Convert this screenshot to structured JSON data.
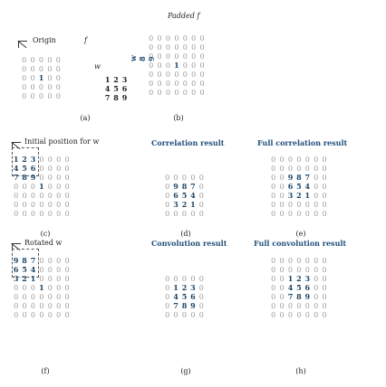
{
  "a": {
    "label": "Origin",
    "f_symbol": "f",
    "w_symbol": "w",
    "caption": "(a)",
    "f_rows": [
      [
        "0",
        "0",
        "0",
        "0",
        "0"
      ],
      [
        "0",
        "0",
        "0",
        "0",
        "0"
      ],
      [
        "0",
        "0",
        "1",
        "0",
        "0"
      ],
      [
        "0",
        "0",
        "0",
        "0",
        "0"
      ],
      [
        "0",
        "0",
        "0",
        "0",
        "0"
      ]
    ],
    "w_rows": [
      [
        "1",
        "2",
        "3"
      ],
      [
        "4",
        "5",
        "6"
      ],
      [
        "7",
        "8",
        "9"
      ]
    ],
    "w_rotated_text": [
      "w",
      "8",
      "9"
    ]
  },
  "b": {
    "title": "Padded f",
    "caption": "(b)",
    "rows": [
      [
        "0",
        "0",
        "0",
        "0",
        "0",
        "0",
        "0"
      ],
      [
        "0",
        "0",
        "0",
        "0",
        "0",
        "0",
        "0"
      ],
      [
        "0",
        "0",
        "0",
        "0",
        "0",
        "0",
        "0"
      ],
      [
        "0",
        "0",
        "0",
        "1",
        "0",
        "0",
        "0"
      ],
      [
        "0",
        "0",
        "0",
        "0",
        "0",
        "0",
        "0"
      ],
      [
        "0",
        "0",
        "0",
        "0",
        "0",
        "0",
        "0"
      ],
      [
        "0",
        "0",
        "0",
        "0",
        "0",
        "0",
        "0"
      ]
    ]
  },
  "c": {
    "title": "Initial position for w",
    "caption": "(c)",
    "rows": [
      [
        "1",
        "2",
        "3",
        "0",
        "0",
        "0",
        "0"
      ],
      [
        "4",
        "5",
        "6",
        "0",
        "0",
        "0",
        "0"
      ],
      [
        "7",
        "8",
        "9",
        "0",
        "0",
        "0",
        "0"
      ],
      [
        "0",
        "0",
        "0",
        "1",
        "0",
        "0",
        "0"
      ],
      [
        "0",
        "0",
        "0",
        "0",
        "0",
        "0",
        "0"
      ],
      [
        "0",
        "0",
        "0",
        "0",
        "0",
        "0",
        "0"
      ],
      [
        "0",
        "0",
        "0",
        "0",
        "0",
        "0",
        "0"
      ]
    ]
  },
  "d": {
    "title": "Correlation result",
    "caption": "(d)",
    "rows": [
      [
        "0",
        "0",
        "0",
        "0",
        "0"
      ],
      [
        "0",
        "9",
        "8",
        "7",
        "0"
      ],
      [
        "0",
        "6",
        "5",
        "4",
        "0"
      ],
      [
        "0",
        "3",
        "2",
        "1",
        "0"
      ],
      [
        "0",
        "0",
        "0",
        "0",
        "0"
      ]
    ]
  },
  "e": {
    "title": "Full correlation result",
    "caption": "(e)",
    "rows": [
      [
        "0",
        "0",
        "0",
        "0",
        "0",
        "0",
        "0"
      ],
      [
        "0",
        "0",
        "0",
        "0",
        "0",
        "0",
        "0"
      ],
      [
        "0",
        "0",
        "9",
        "8",
        "7",
        "0",
        "0"
      ],
      [
        "0",
        "0",
        "6",
        "5",
        "4",
        "0",
        "0"
      ],
      [
        "0",
        "0",
        "3",
        "2",
        "1",
        "0",
        "0"
      ],
      [
        "0",
        "0",
        "0",
        "0",
        "0",
        "0",
        "0"
      ],
      [
        "0",
        "0",
        "0",
        "0",
        "0",
        "0",
        "0"
      ]
    ]
  },
  "f": {
    "title": "Rotated w",
    "caption": "(f)",
    "rows": [
      [
        "9",
        "8",
        "7",
        "0",
        "0",
        "0",
        "0"
      ],
      [
        "6",
        "5",
        "4",
        "0",
        "0",
        "0",
        "0"
      ],
      [
        "3",
        "2",
        "1",
        "0",
        "0",
        "0",
        "0"
      ],
      [
        "0",
        "0",
        "0",
        "1",
        "0",
        "0",
        "0"
      ],
      [
        "0",
        "0",
        "0",
        "0",
        "0",
        "0",
        "0"
      ],
      [
        "0",
        "0",
        "0",
        "0",
        "0",
        "0",
        "0"
      ],
      [
        "0",
        "0",
        "0",
        "0",
        "0",
        "0",
        "0"
      ]
    ]
  },
  "g": {
    "title": "Convolution result",
    "caption": "(g)",
    "rows": [
      [
        "0",
        "0",
        "0",
        "0",
        "0"
      ],
      [
        "0",
        "1",
        "2",
        "3",
        "0"
      ],
      [
        "0",
        "4",
        "5",
        "6",
        "0"
      ],
      [
        "0",
        "7",
        "8",
        "9",
        "0"
      ],
      [
        "0",
        "0",
        "0",
        "0",
        "0"
      ]
    ]
  },
  "h": {
    "title": "Full convolution result",
    "caption": "(h)",
    "rows": [
      [
        "0",
        "0",
        "0",
        "0",
        "0",
        "0",
        "0"
      ],
      [
        "0",
        "0",
        "0",
        "0",
        "0",
        "0",
        "0"
      ],
      [
        "0",
        "0",
        "1",
        "2",
        "3",
        "0",
        "0"
      ],
      [
        "0",
        "0",
        "4",
        "5",
        "6",
        "0",
        "0"
      ],
      [
        "0",
        "0",
        "7",
        "8",
        "9",
        "0",
        "0"
      ],
      [
        "0",
        "0",
        "0",
        "0",
        "0",
        "0",
        "0"
      ],
      [
        "0",
        "0",
        "0",
        "0",
        "0",
        "0",
        "0"
      ]
    ]
  },
  "colors": {
    "blue": "#1c4566",
    "grey": "#9a9a9a",
    "title_blue": "#1f4f7a"
  }
}
